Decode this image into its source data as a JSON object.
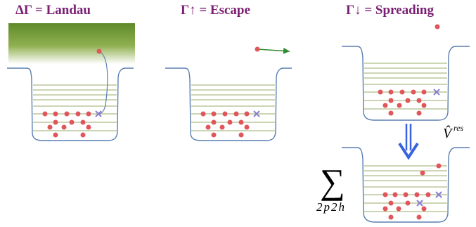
{
  "titles": {
    "landau": "ΔΓ = Landau",
    "escape": "Γ↑ = Escape",
    "spreading": "Γ↓ = Spreading"
  },
  "operator": {
    "symbol": "V̂",
    "superscript": "res"
  },
  "sum": {
    "symbol": "∑",
    "subscript": "2p2h"
  },
  "colors": {
    "title": "#7a1f72",
    "well_outline": "#5a7fb0",
    "level_line": "#9aab6a",
    "particle": "#e0565a",
    "hole_marker": "#8a7fd0",
    "escape_arrow": "#2e8b2e",
    "spreading_arrow": "#3a63e0",
    "continuum_band": "#5f8a2a"
  }
}
